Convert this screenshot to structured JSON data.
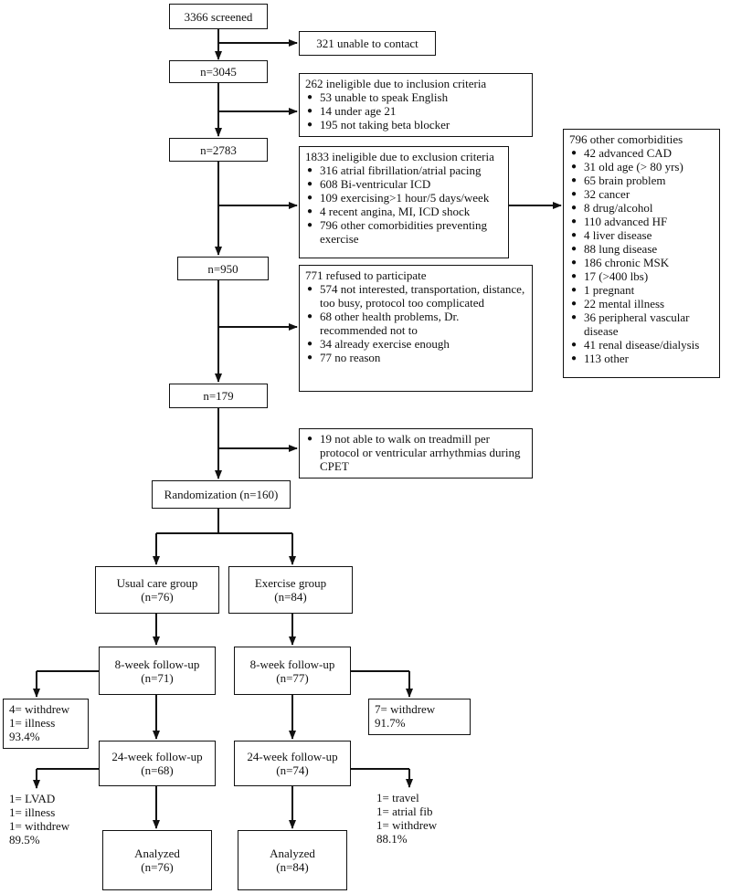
{
  "flow": {
    "screened": "3366 screened",
    "unable_contact": "321 unable to contact",
    "n3045": "n=3045",
    "inclusion": {
      "title": "262 ineligible due to inclusion criteria",
      "items": [
        "53 unable to speak English",
        "14 under age 21",
        "195 not taking beta blocker"
      ]
    },
    "n2783": "n=2783",
    "exclusion": {
      "title": "1833 ineligible due to exclusion criteria",
      "items": [
        "316 atrial fibrillation/atrial pacing",
        "608 Bi-ventricular ICD",
        "109 exercising>1 hour/5 days/week",
        "4 recent angina, MI, ICD shock",
        "796 other comorbidities preventing exercise"
      ]
    },
    "comorbidities": {
      "title": "796 other comorbidities",
      "items": [
        "42 advanced CAD",
        "31 old age (> 80 yrs)",
        "65 brain problem",
        "32 cancer",
        "8 drug/alcohol",
        "110 advanced HF",
        "4 liver disease",
        "88 lung disease",
        "186 chronic MSK",
        "17 (>400 lbs)",
        "1 pregnant",
        "22 mental illness",
        "36 peripheral vascular disease",
        "41 renal disease/dialysis",
        "113 other"
      ]
    },
    "n950": "n=950",
    "refused": {
      "title": "771 refused to participate",
      "items": [
        "574 not interested, transportation, distance, too busy, protocol too complicated",
        "68 other health problems, Dr. recommended not to",
        "34 already exercise enough",
        "77 no reason"
      ]
    },
    "n179": "n=179",
    "treadmill": {
      "items": [
        "19 not able to walk on treadmill per protocol or ventricular arrhythmias during CPET"
      ]
    },
    "randomization": "Randomization (n=160)",
    "usual_care": {
      "line1": "Usual care group",
      "line2": "(n=76)"
    },
    "exercise": {
      "line1": "Exercise group",
      "line2": "(n=84)"
    },
    "uc_8wk": {
      "line1": "8-week follow-up",
      "line2": "(n=71)"
    },
    "ex_8wk": {
      "line1": "8-week follow-up",
      "line2": "(n=77)"
    },
    "uc_8wk_loss": {
      "l1": "4= withdrew",
      "l2": "1= illness",
      "l3": "93.4%"
    },
    "ex_8wk_loss": {
      "l1": "7= withdrew",
      "l2": "91.7%"
    },
    "uc_24wk": {
      "line1": "24-week follow-up",
      "line2": "(n=68)"
    },
    "ex_24wk": {
      "line1": "24-week follow-up",
      "line2": "(n=74)"
    },
    "uc_24wk_loss": {
      "l1": "1= LVAD",
      "l2": "1= illness",
      "l3": "1= withdrew",
      "l4": "89.5%"
    },
    "ex_24wk_loss": {
      "l1": "1= travel",
      "l2": "1= atrial fib",
      "l3": "1= withdrew",
      "l4": "88.1%"
    },
    "uc_analyzed": {
      "line1": "Analyzed",
      "line2": "(n=76)"
    },
    "ex_analyzed": {
      "line1": "Analyzed",
      "line2": "(n=84)"
    }
  }
}
